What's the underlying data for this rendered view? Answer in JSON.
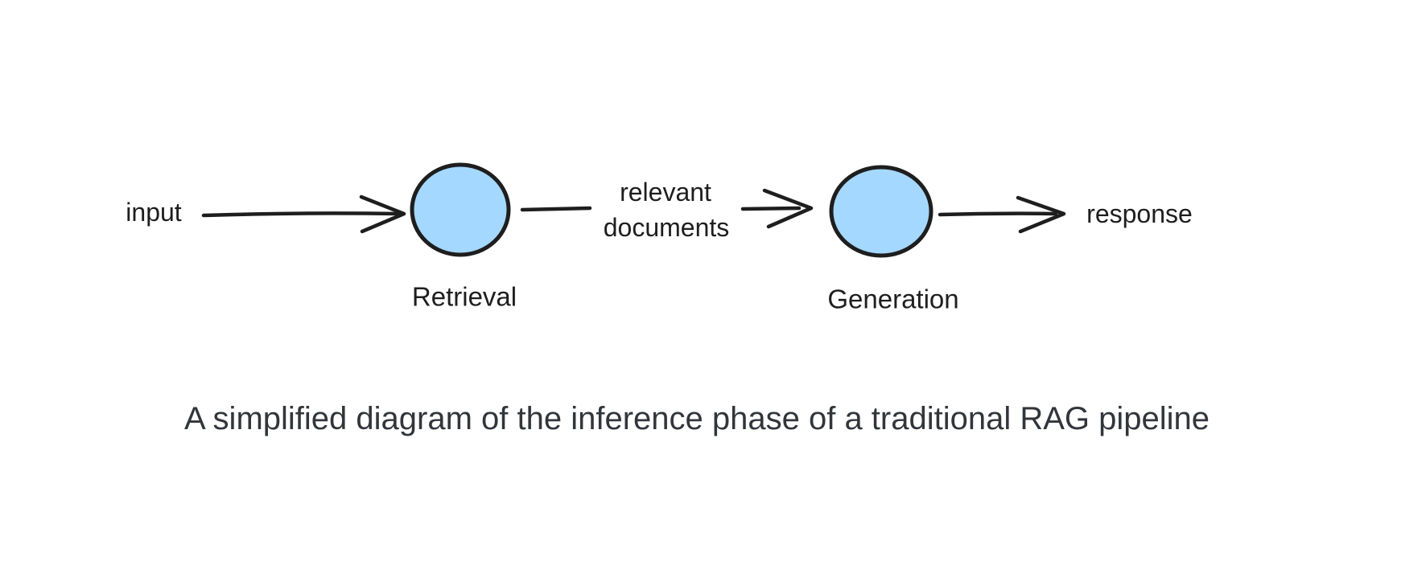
{
  "diagram": {
    "colors": {
      "background": "#ffffff",
      "node_fill": "#a5d8ff",
      "stroke": "#1e1e1e",
      "text": "#1e1e1e",
      "caption_text": "#32363a"
    },
    "nodes": [
      {
        "id": "retrieval",
        "label": "Retrieval"
      },
      {
        "id": "generation",
        "label": "Generation"
      }
    ],
    "labels": {
      "input": "input",
      "relevant_line1": "relevant",
      "relevant_line2": "documents",
      "response": "response"
    }
  },
  "caption": {
    "text": "A simplified diagram of the inference phase of a traditional RAG pipeline"
  }
}
